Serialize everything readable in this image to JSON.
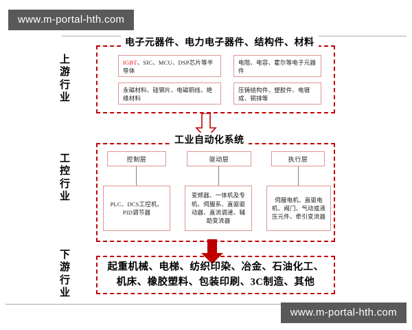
{
  "watermark": {
    "top": "www.m-portal-hth.com",
    "bottom": "www.m-portal-hth.com"
  },
  "rows": {
    "upstream_label": [
      "上",
      "游",
      "行",
      "业"
    ],
    "midstream_label": [
      "工",
      "控",
      "行",
      "业"
    ],
    "downstream_label": [
      "下",
      "游",
      "行",
      "业"
    ]
  },
  "upstream": {
    "title": "电子元器件、电力电子器件、结构件、材料",
    "items": [
      {
        "highlight": "IGBT",
        "rest": "、SIC、MCU、DSP芯片等半导体"
      },
      {
        "highlight": "",
        "rest": "电阻、电容、霍尔等电子元器件"
      },
      {
        "highlight": "",
        "rest": "永磁材料、硅钢片、电磁铜线、绝缘材料"
      },
      {
        "highlight": "",
        "rest": "压铸结构件、塑胶件、电镀成、铜排等"
      }
    ]
  },
  "midstream": {
    "title": "工业自动化系统",
    "layers": [
      {
        "head": "控制层",
        "body": "PLC、DCS工控机、PID调节器"
      },
      {
        "head": "驱动层",
        "body": "变频器、一体机及专机、伺服系、直驱驱动器、直流调速、辅助变流器"
      },
      {
        "head": "执行层",
        "body": "伺服电机、直驱电机、阀门、气动或液压元件、牵引变流器"
      }
    ]
  },
  "downstream": {
    "line1": "起重机械、电梯、纺织印染、冶金、石油化工、",
    "line2": "机床、橡胶塑料、包装印刷、3C制造、其他"
  },
  "colors": {
    "dashed_border": "#c00000",
    "item_border": "#d99694",
    "arrow_outline": "#c00000",
    "arrow_solid": "#c00000",
    "watermark_bg": "#595959",
    "highlight": "#ff0000"
  }
}
